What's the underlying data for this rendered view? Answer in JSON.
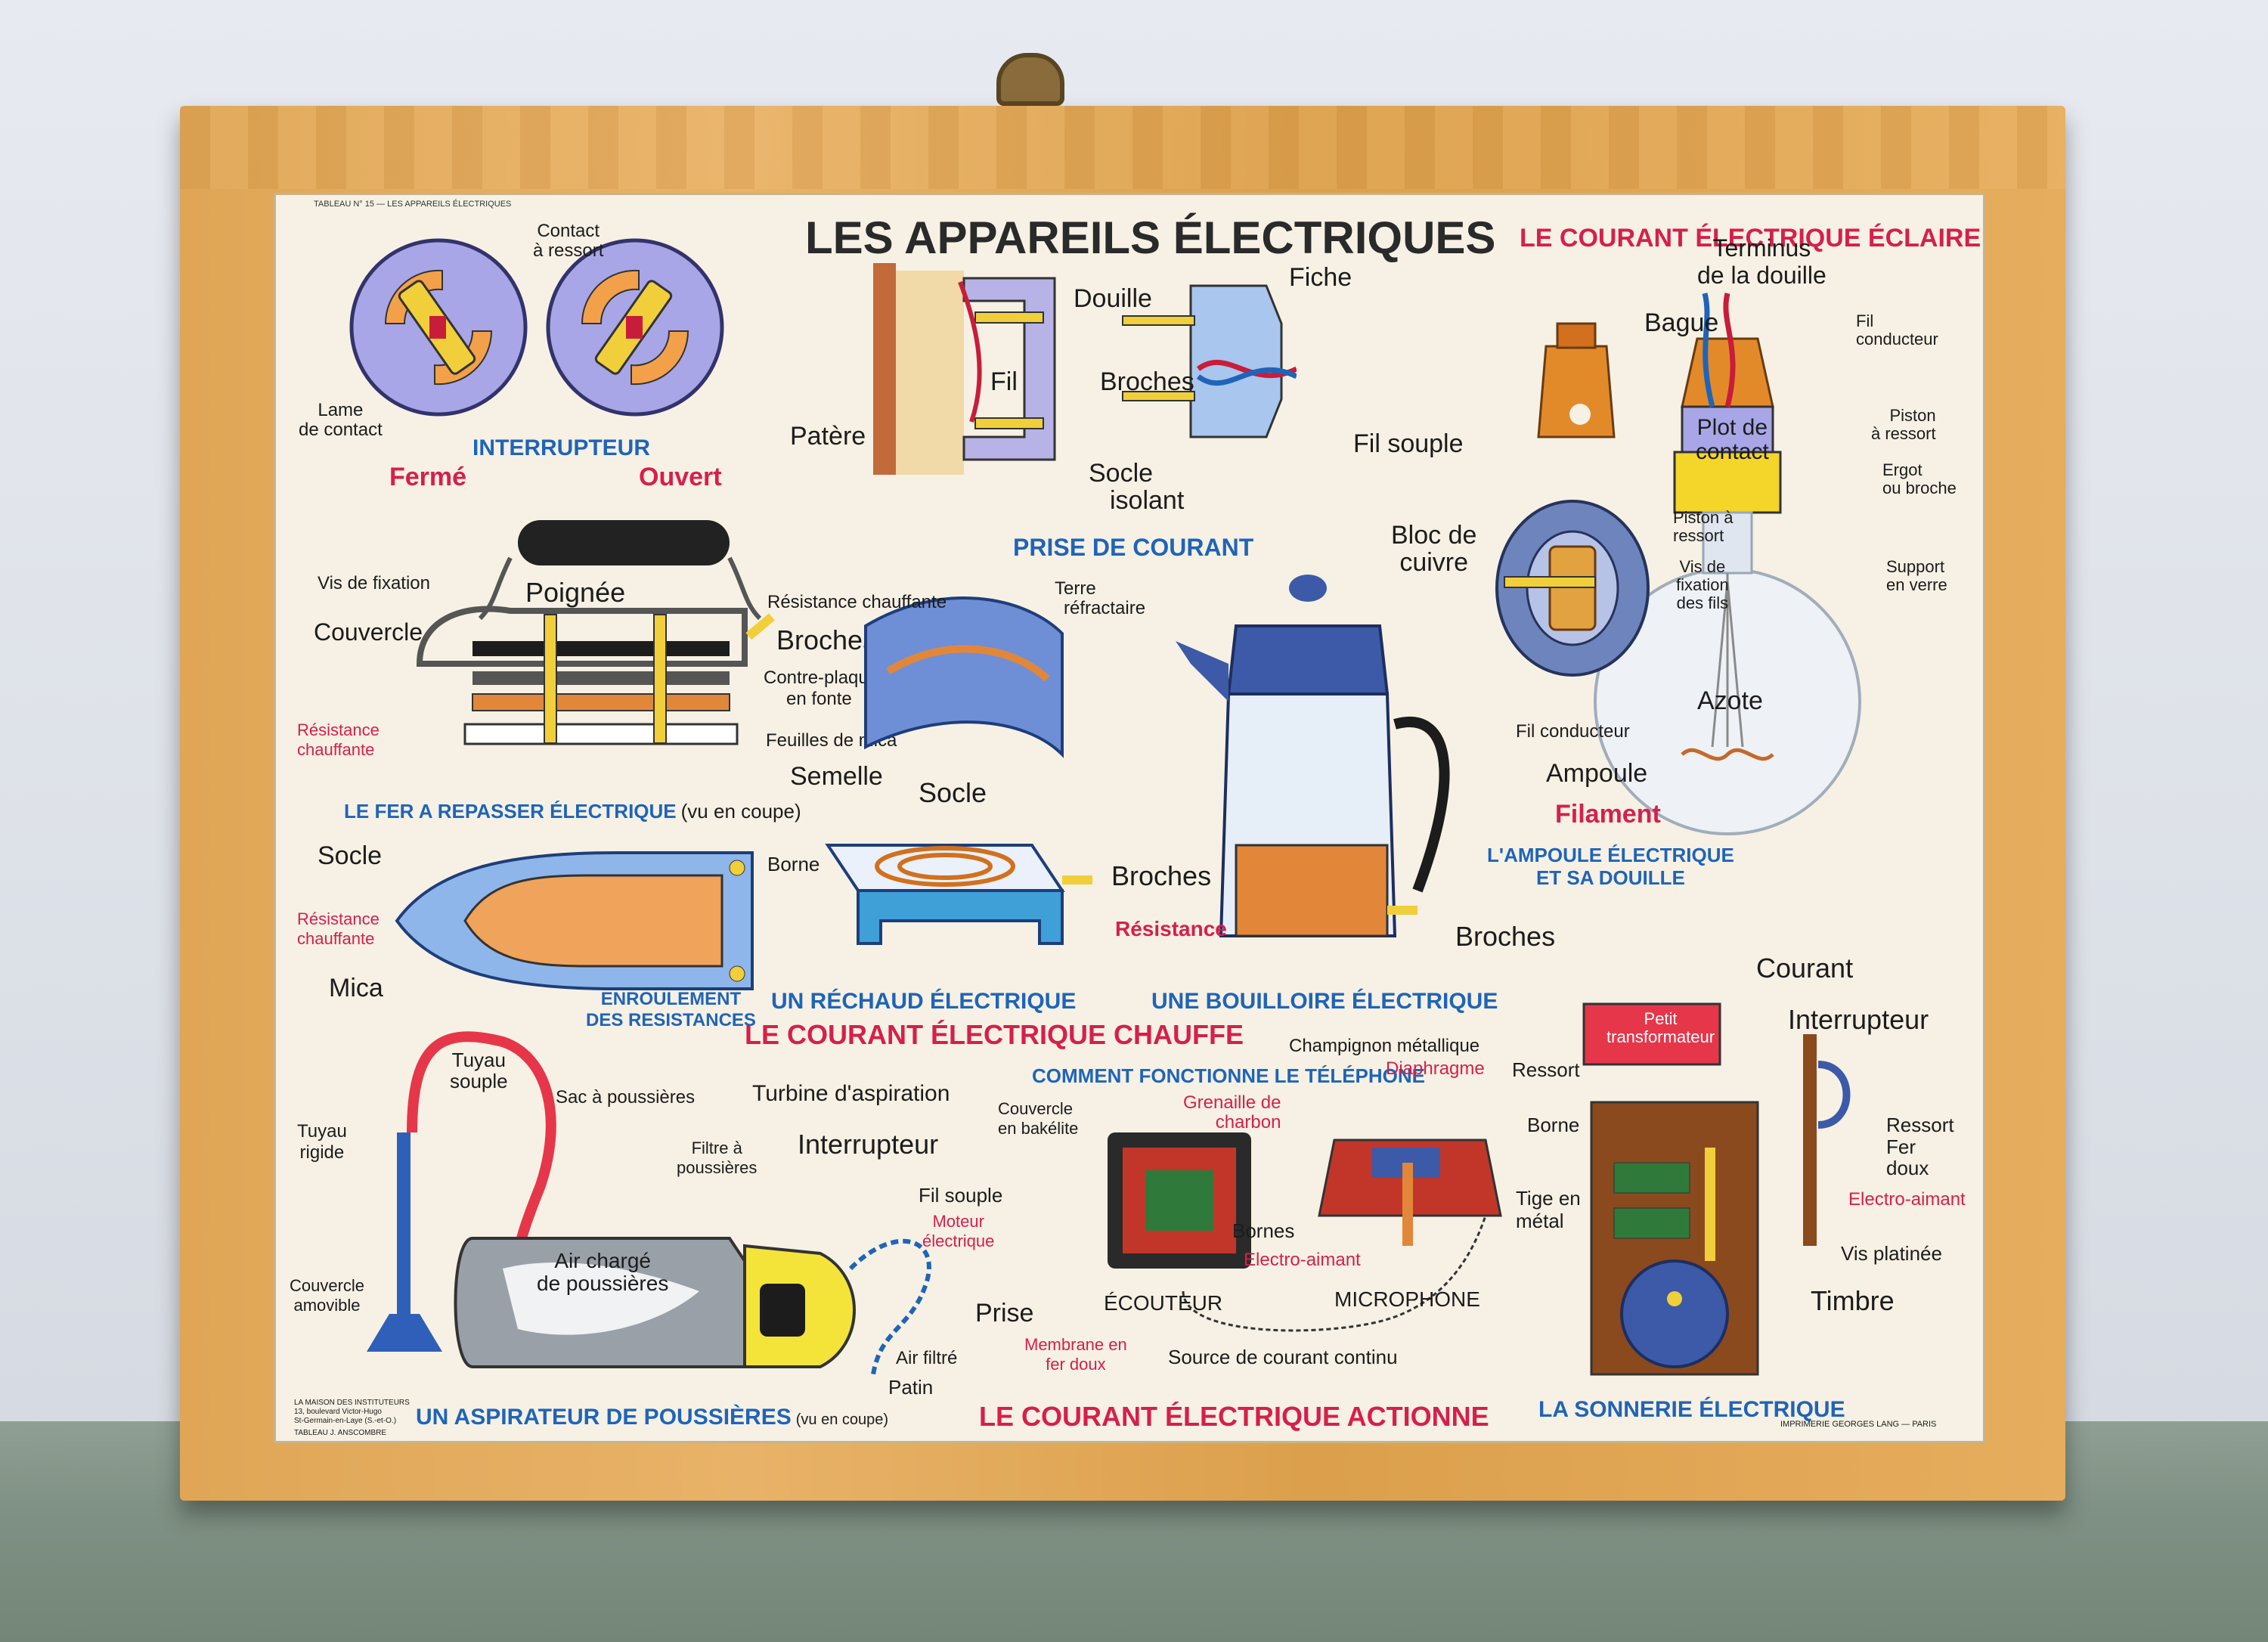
{
  "poster": {
    "header_small": "TABLEAU N° 15 — LES APPAREILS ÉLECTRIQUES",
    "title": "LES APPAREILS ÉLECTRIQUES",
    "section_eclaire": "LE COURANT ÉLECTRIQUE ÉCLAIRE",
    "section_chauffe": "LE COURANT ÉLECTRIQUE CHAUFFE",
    "section_actionne": "LE COURANT ÉLECTRIQUE ACTIONNE",
    "publisher_line1": "LA MAISON DES INSTITUTEURS",
    "publisher_line2": "13, boulevard Victor-Hugo",
    "publisher_line3": "St-Germain-en-Laye (S.-et-O.)",
    "publisher_line4": "TABLEAU J. ANSCOMBRE",
    "printer": "IMPRIMERIE GEORGES LANG — PARIS"
  },
  "interrupteur": {
    "contact_ressort": [
      "Contact",
      "à ressort"
    ],
    "lame": [
      "Lame",
      "de contact"
    ],
    "caption": "INTERRUPTEUR",
    "ferme": "Fermé",
    "ouvert": "Ouvert"
  },
  "prise": {
    "douille": "Douille",
    "fil": "Fil",
    "patere": "Patère",
    "socle_isolant": [
      "Socle",
      "isolant"
    ],
    "fiche": "Fiche",
    "broches": "Broches",
    "fil_souple": "Fil souple",
    "caption": "PRISE DE COURANT"
  },
  "fer": {
    "vis_fixation": "Vis de fixation",
    "poignee": "Poignée",
    "couvercle": "Couvercle",
    "broches": "Broches",
    "contre_plaque": [
      "Contre-plaque",
      "en fonte"
    ],
    "resistance": [
      "Résistance",
      "chauffante"
    ],
    "feuilles_mica": "Feuilles de mica",
    "semelle": "Semelle",
    "caption": "LE FER A REPASSER ÉLECTRIQUE",
    "caption_note": "(vu en coupe)",
    "socle": "Socle",
    "borne": "Borne",
    "mica": "Mica",
    "enroulement": [
      "ENROULEMENT",
      "DES RESISTANCES"
    ]
  },
  "rechaud": {
    "resistance": "Résistance chauffante",
    "terre": [
      "Terre",
      "réfractaire"
    ],
    "socle": "Socle",
    "broches": "Broches",
    "caption": "UN RÉCHAUD ÉLECTRIQUE"
  },
  "bouilloire": {
    "resistance": "Résistance",
    "broches": "Broches",
    "caption": "UNE BOUILLOIRE ÉLECTRIQUE"
  },
  "ampoule": {
    "terminus": [
      "Terminus",
      "de la douille"
    ],
    "bague": "Bague",
    "fil_conducteur_r": [
      "Fil",
      "conducteur"
    ],
    "piston": [
      "Piston",
      "à ressort"
    ],
    "plot": [
      "Plot de",
      "contact"
    ],
    "ergot": [
      "Ergot",
      "ou broche"
    ],
    "bloc_cuivre": [
      "Bloc de",
      "cuivre"
    ],
    "piston2": [
      "Piston à",
      "ressort"
    ],
    "vis": [
      "Vis de",
      "fixation",
      "des fils"
    ],
    "support": [
      "Support",
      "en verre"
    ],
    "azote": "Azote",
    "fil_conducteur": "Fil conducteur",
    "ampoule": "Ampoule",
    "filament": "Filament",
    "caption": [
      "L'AMPOULE ÉLECTRIQUE",
      "ET SA DOUILLE"
    ]
  },
  "aspirateur": {
    "tuyau_souple": [
      "Tuyau",
      "souple"
    ],
    "tuyau_rigide": [
      "Tuyau",
      "rigide"
    ],
    "sac": "Sac à poussières",
    "turbine": "Turbine d'aspiration",
    "filtre": [
      "Filtre à",
      "poussières"
    ],
    "interrupteur": "Interrupteur",
    "fil_souple": "Fil souple",
    "moteur": [
      "Moteur",
      "électrique"
    ],
    "air": [
      "Air chargé",
      "de poussières"
    ],
    "couvercle": [
      "Couvercle",
      "amovible"
    ],
    "prise": "Prise",
    "air_filtre": "Air filtré",
    "patin": "Patin",
    "caption": "UN ASPIRATEUR DE POUSSIÈRES",
    "caption_note": "(vu en coupe)"
  },
  "telephone": {
    "caption": "COMMENT FONCTIONNE LE TÉLÉPHONE",
    "champignon": "Champignon métallique",
    "diaphragme": "Diaphragme",
    "ressort": "Ressort",
    "couvercle": [
      "Couvercle",
      "en bakélite"
    ],
    "grenaille": [
      "Grenaille de",
      "charbon"
    ],
    "borne": "Borne",
    "bornes": "Bornes",
    "tige": [
      "Tige en",
      "métal"
    ],
    "electro": "Electro-aimant",
    "ecouteur": "ÉCOUTEUR",
    "microphone": "MICROPHONE",
    "membrane": [
      "Membrane en",
      "fer doux"
    ],
    "source": "Source de courant continu"
  },
  "sonnerie": {
    "courant": "Courant",
    "petit": [
      "Petit",
      "transformateur"
    ],
    "interrupteur": "Interrupteur",
    "ressort": "Ressort",
    "fer_doux": [
      "Fer",
      "doux"
    ],
    "electro": "Electro-aimant",
    "vis": "Vis platinée",
    "timbre": "Timbre",
    "caption": "LA SONNERIE ÉLECTRIQUE"
  }
}
